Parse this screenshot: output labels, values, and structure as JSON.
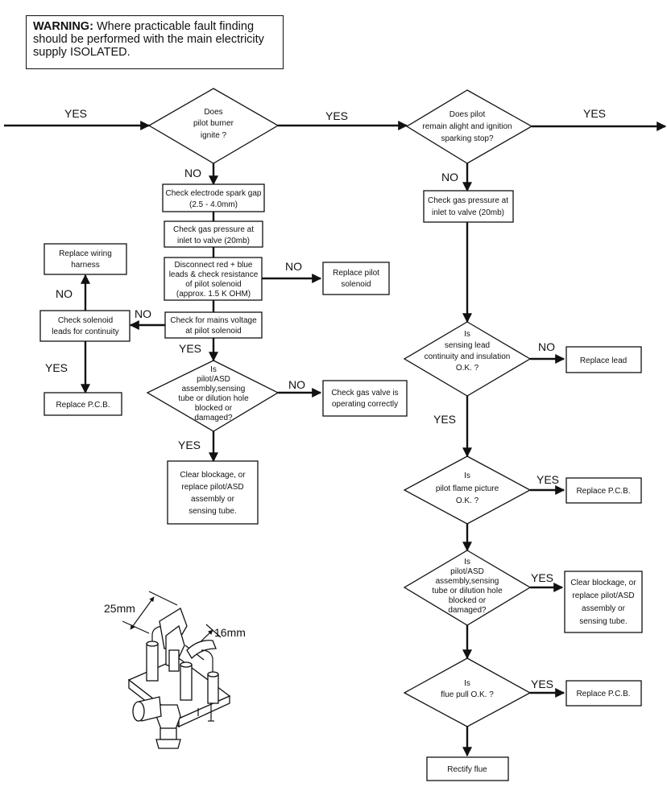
{
  "warning": {
    "label": "WARNING:",
    "text": "Where practicable fault finding should be performed with the main electricity supply ISOLATED."
  },
  "arrows": {
    "yes": "YES",
    "no": "NO"
  },
  "decisions": {
    "pilot_ignite": [
      "Does",
      "pilot burner",
      "ignite ?"
    ],
    "pilot_alight": [
      "Does  pilot",
      "remain alight and ignition",
      "sparking stop?"
    ],
    "pilot_blocked_left": [
      "Is",
      "pilot/ASD",
      "assembly,sensing",
      "tube or dilution hole",
      "blocked or",
      "damaged?"
    ],
    "sensing_lead": [
      "Is",
      "sensing lead",
      "continuity and insulation",
      "O.K. ?"
    ],
    "flame_picture": [
      "Is",
      "pilot flame picture",
      "O.K. ?"
    ],
    "pilot_blocked_right": [
      "Is",
      "pilot/ASD",
      "assembly,sensing",
      "tube or dilution hole",
      "blocked or",
      "damaged?"
    ],
    "flue_pull": [
      "Is",
      "flue pull O.K. ?"
    ]
  },
  "boxes": {
    "spark_gap": [
      "Check electrode spark gap",
      "(2.5 - 4.0mm)"
    ],
    "gas_pressure_left": [
      "Check gas pressure at",
      "inlet to valve (20mb)"
    ],
    "disconnect_leads": [
      "Disconnect red + blue",
      "leads & check resistance",
      "of pilot solenoid",
      "(approx. 1.5 K OHM)"
    ],
    "replace_pilot_solenoid": [
      "Replace pilot",
      "solenoid"
    ],
    "mains_voltage": [
      "Check for mains voltage",
      "at pilot solenoid"
    ],
    "solenoid_leads": [
      "Check solenoid",
      "leads for continuity"
    ],
    "replace_wiring": [
      "Replace wiring",
      "harness"
    ],
    "replace_pcb_left": [
      "Replace P.C.B."
    ],
    "check_gas_valve": [
      "Check gas valve is",
      "operating correctly"
    ],
    "clear_blockage_left": [
      "Clear blockage, or",
      "replace pilot/ASD",
      "assembly or",
      "sensing tube."
    ],
    "gas_pressure_right": [
      "Check gas pressure at",
      "inlet to valve (20mb)"
    ],
    "replace_lead": [
      "Replace lead"
    ],
    "replace_pcb_flame": [
      "Replace P.C.B."
    ],
    "clear_blockage_right": [
      "Clear blockage, or",
      "replace pilot/ASD",
      "assembly or",
      "sensing tube."
    ],
    "replace_pcb_flue": [
      "Replace P.C.B."
    ],
    "rectify_flue": [
      "Rectify flue"
    ]
  },
  "dimensions": {
    "gap_a": "25mm",
    "gap_b": "16mm"
  }
}
